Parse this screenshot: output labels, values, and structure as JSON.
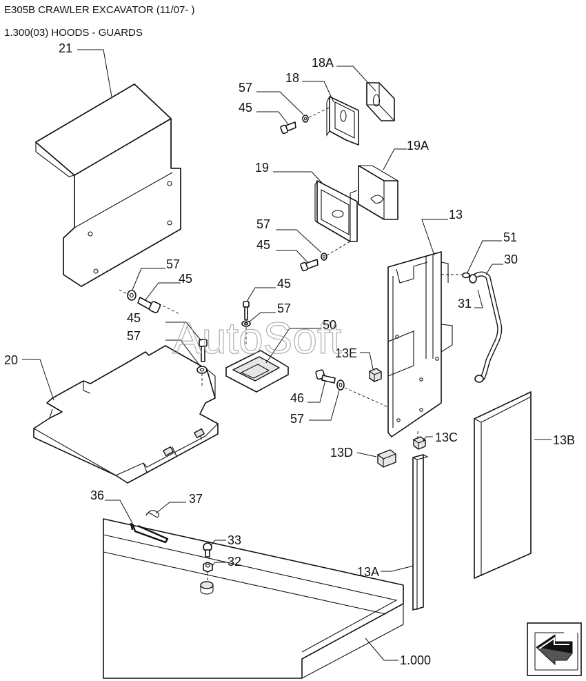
{
  "header": {
    "title": "E305B CRAWLER EXCAVATOR (11/07- )",
    "subtitle": "1.300(03) HOODS - GUARDS"
  },
  "watermark": "AutoSoft",
  "callouts": {
    "c21": "21",
    "c18A": "18A",
    "c18": "18",
    "c57a": "57",
    "c45a": "45",
    "c19A": "19A",
    "c19": "19",
    "c57b": "57",
    "c45b": "45",
    "c13": "13",
    "c51": "51",
    "c30": "30",
    "c31": "31",
    "c57c": "57",
    "c45c": "45",
    "c45d": "45",
    "c57d": "57",
    "c45e": "45",
    "c57e": "57",
    "c50": "50",
    "c13E": "13E",
    "c20": "20",
    "c46": "46",
    "c57f": "57",
    "c13C": "13C",
    "c13B": "13B",
    "c13D": "13D",
    "c36": "36",
    "c37": "37",
    "c33": "33",
    "c32": "32",
    "c13A": "13A",
    "c1000": "1.000"
  },
  "nav": {
    "icon": "next-page-arrow-icon"
  }
}
